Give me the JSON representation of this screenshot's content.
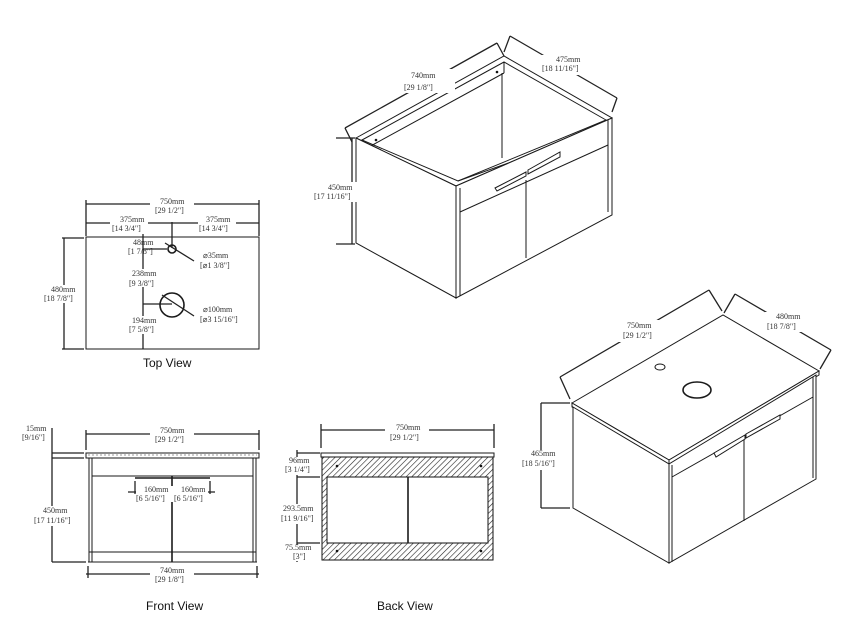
{
  "iso_open": {
    "width": {
      "mm": "740mm",
      "in": "[29 1/8\"]"
    },
    "depth": {
      "mm": "475mm",
      "in": "[18 11/16\"]"
    },
    "height": {
      "mm": "450mm",
      "in": "[17 11/16\"]"
    }
  },
  "top_view": {
    "caption": "Top View",
    "overall_width": {
      "mm": "750mm",
      "in": "[29 1/2\"]"
    },
    "half_left": {
      "mm": "375mm",
      "in": "[14 3/4\"]"
    },
    "half_right": {
      "mm": "375mm",
      "in": "[14 3/4\"]"
    },
    "depth": {
      "mm": "480mm",
      "in": "[18 7/8\"]"
    },
    "faucet_offset": {
      "mm": "48mm",
      "in": "[1 7/8\"]"
    },
    "faucet_hole": {
      "mm": "⌀35mm",
      "in": "[⌀1 3/8\"]"
    },
    "drain_offset": {
      "mm": "238mm",
      "in": "[9 3/8\"]"
    },
    "drain_hole": {
      "mm": "⌀100mm",
      "in": "[⌀3 15/16\"]"
    },
    "drain_to_back": {
      "mm": "194mm",
      "in": "[7 5/8\"]"
    }
  },
  "front_view": {
    "caption": "Front View",
    "top_thickness": {
      "mm": "15mm",
      "in": "[9/16\"]"
    },
    "overall_width": {
      "mm": "750mm",
      "in": "[29 1/2\"]"
    },
    "cabinet_height": {
      "mm": "450mm",
      "in": "[17 11/16\"]"
    },
    "handle_left": {
      "mm": "160mm",
      "in": "[6 5/16\"]"
    },
    "handle_right": {
      "mm": "160mm",
      "in": "[6 5/16\"]"
    },
    "cabinet_width": {
      "mm": "740mm",
      "in": "[29 1/8\"]"
    }
  },
  "back_view": {
    "caption": "Back View",
    "overall_width": {
      "mm": "750mm",
      "in": "[29 1/2\"]"
    },
    "top_rail": {
      "mm": "96mm",
      "in": "[3 1/4\"]"
    },
    "opening": {
      "mm": "293.5mm",
      "in": "[11 9/16\"]"
    },
    "bottom_rail": {
      "mm": "75.5mm",
      "in": "[3\"]"
    }
  },
  "iso_with_top": {
    "width": {
      "mm": "750mm",
      "in": "[29 1/2\"]"
    },
    "depth": {
      "mm": "480mm",
      "in": "[18 7/8\"]"
    },
    "height": {
      "mm": "465mm",
      "in": "[18 5/16\"]"
    }
  }
}
